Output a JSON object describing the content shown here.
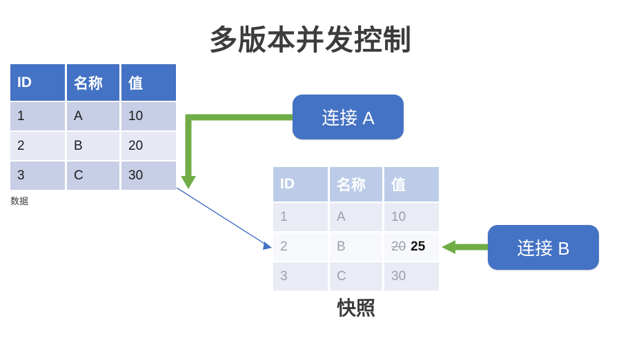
{
  "slide": {
    "title": "多版本并发控制"
  },
  "data_table": {
    "caption": "数据",
    "headers": [
      "ID",
      "名称",
      "值"
    ],
    "rows": [
      {
        "id": "1",
        "name": "A",
        "value": "10"
      },
      {
        "id": "2",
        "name": "B",
        "value": "20"
      },
      {
        "id": "3",
        "name": "C",
        "value": "30"
      }
    ]
  },
  "snapshot_table": {
    "caption": "快照",
    "headers": [
      "ID",
      "名称",
      "值"
    ],
    "rows": [
      {
        "id": "1",
        "name": "A",
        "value": "10",
        "old_value": "",
        "new_value": ""
      },
      {
        "id": "2",
        "name": "B",
        "value": "",
        "old_value": "20",
        "new_value": "25"
      },
      {
        "id": "3",
        "name": "C",
        "value": "30",
        "old_value": "",
        "new_value": ""
      }
    ]
  },
  "callouts": {
    "connection_a": "连接 A",
    "connection_b": "连接 B"
  },
  "colors": {
    "header_blue": "#4472C4",
    "header_blue_faded": "#BCCCE8",
    "row_dark": "#C7CEE5",
    "row_light": "#E6E9F4",
    "row_dark_faded": "#E9ECF5",
    "row_light_faded": "#F7F8FB",
    "arrow_green": "#70AD47",
    "arrow_blue": "#4472C4",
    "text_dark": "#3c3c3c",
    "text_faded": "#9a9fae"
  },
  "arrows": {
    "a_to_data": "elbow-green-arrow-down",
    "data_to_snapshot": "thin-blue-diagonal-arrow",
    "b_to_snapshot": "green-arrow-left"
  }
}
